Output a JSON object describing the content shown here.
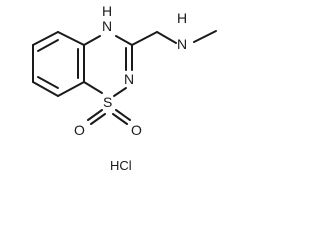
{
  "molecule": {
    "atoms": {
      "nh_ring": "N",
      "nh_ring_h": "H",
      "n_ring": "N",
      "s_ring": "S",
      "o_left": "O",
      "o_right": "O",
      "nh_amine": "N",
      "nh_amine_h": "H"
    },
    "salt": "HCl"
  }
}
